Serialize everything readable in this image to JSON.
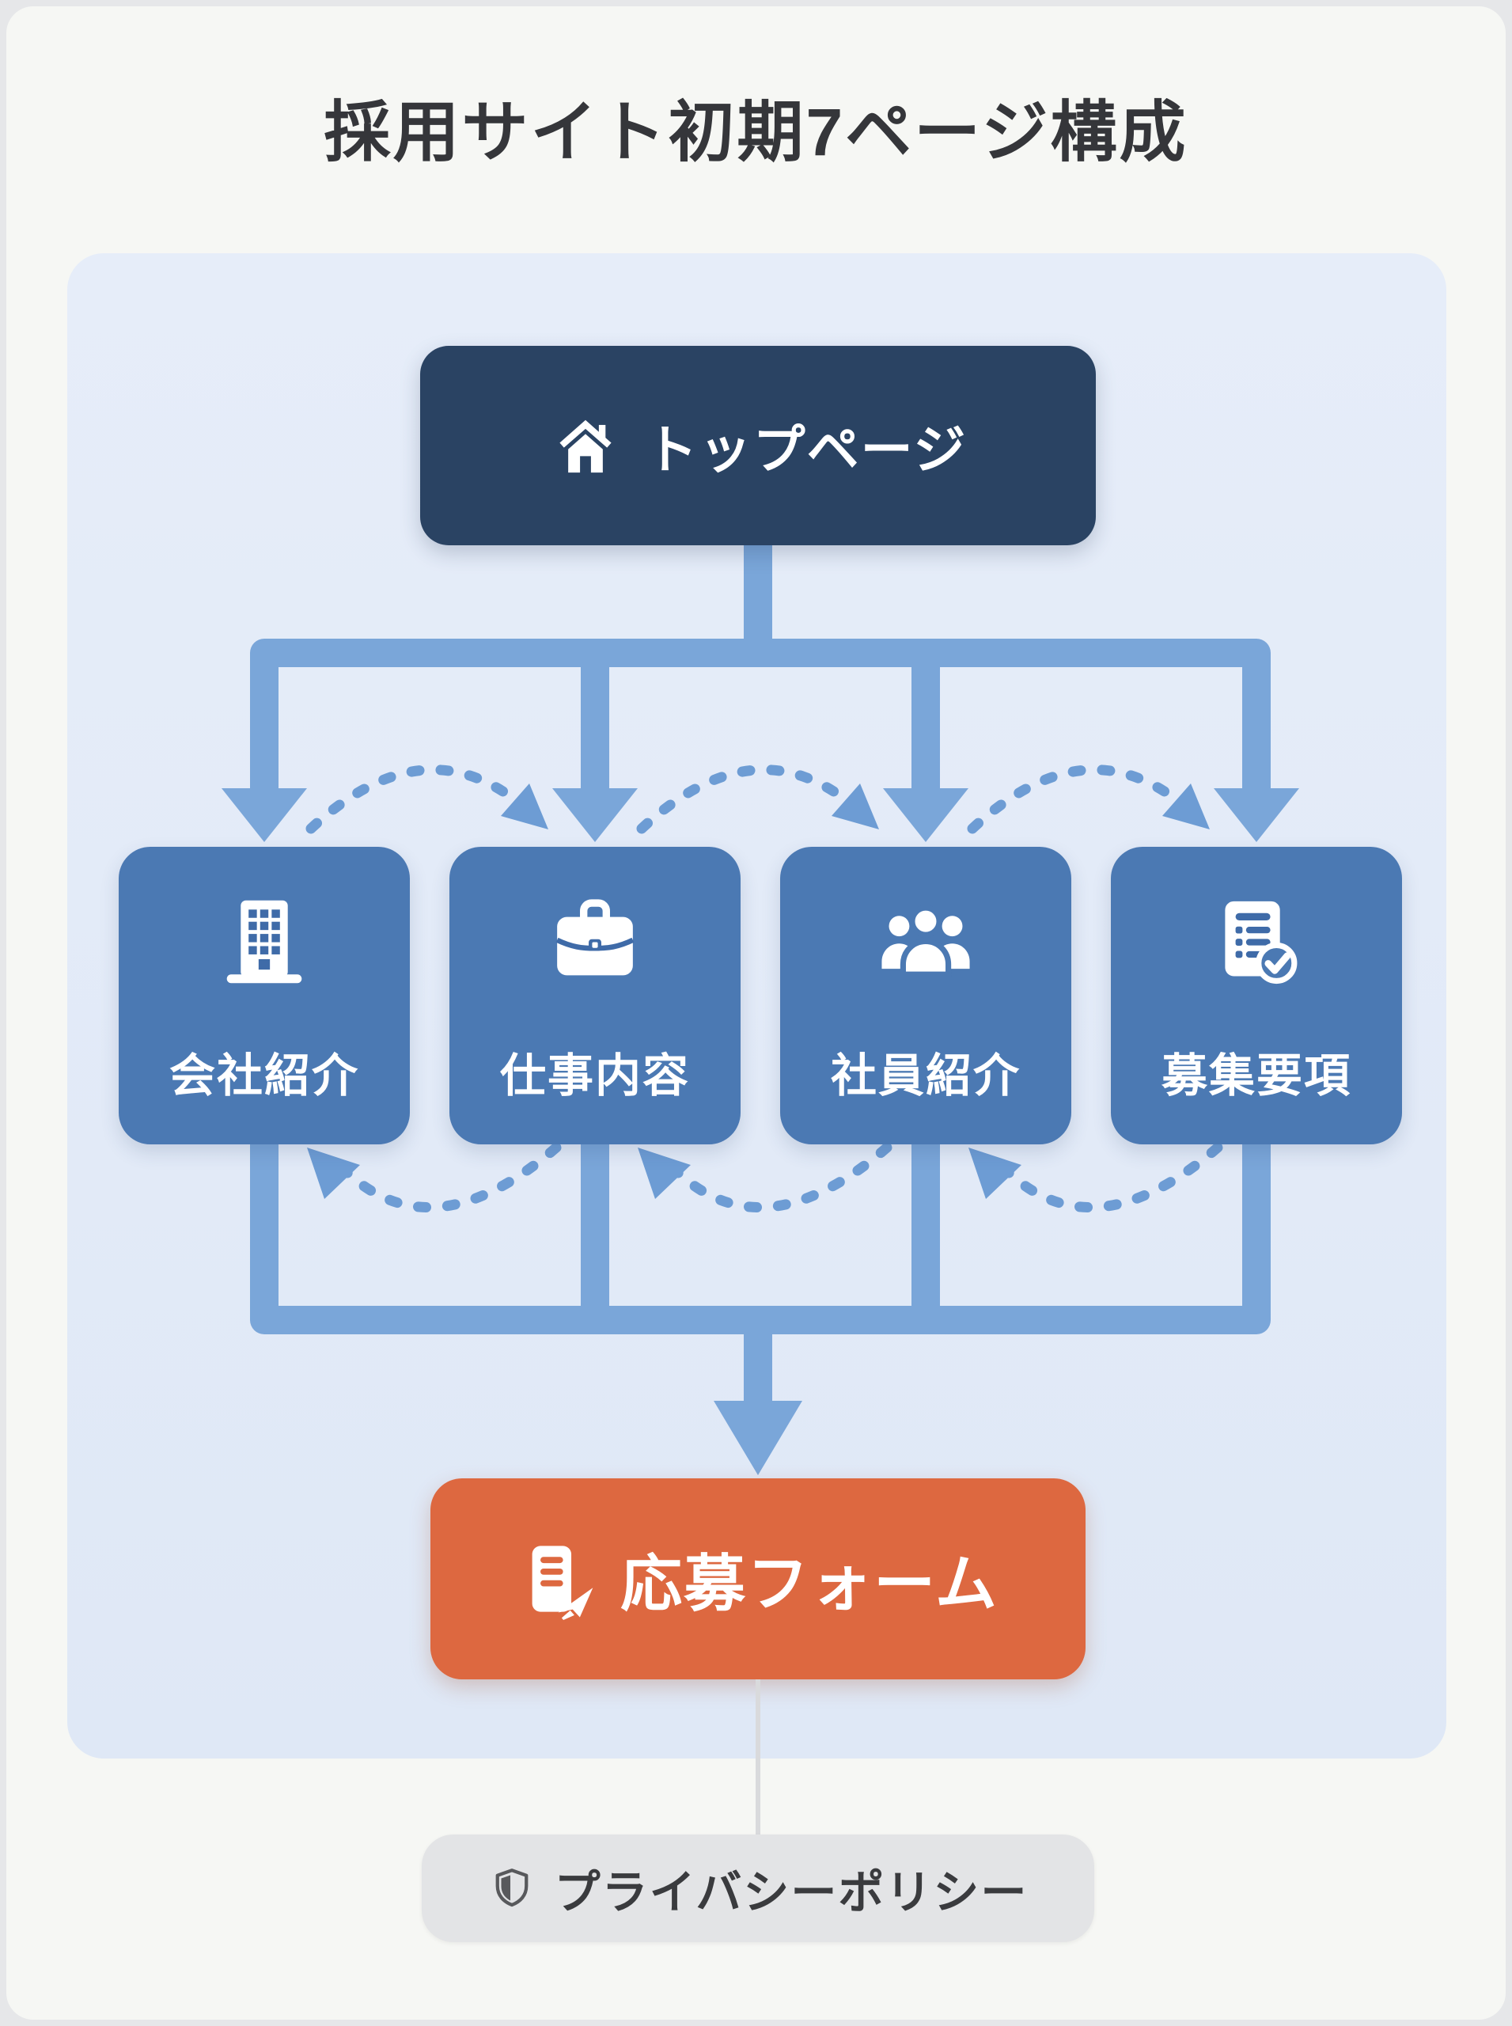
{
  "title": "採用サイト初期7ページ構成",
  "sitemap": {
    "top_page": {
      "label": "トップページ",
      "icon": "home-icon"
    },
    "pages": [
      {
        "label": "会社紹介",
        "icon": "building-icon"
      },
      {
        "label": "仕事内容",
        "icon": "briefcase-icon"
      },
      {
        "label": "社員紹介",
        "icon": "people-icon"
      },
      {
        "label": "募集要項",
        "icon": "document-check-icon"
      }
    ],
    "apply_form": {
      "label": "応募フォーム",
      "icon": "form-send-icon"
    },
    "privacy_policy": {
      "label": "プライバシーポリシー",
      "icon": "shield-icon"
    }
  },
  "colors": {
    "page_background": "#e6e7e9",
    "card_background": "#f6f7f4",
    "panel_background": "#e2eaf8",
    "top_page_navy": "#2a4363",
    "page_node_blue": "#4b79b3",
    "icon_detail_blue": "#3f6ba8",
    "connector_blue": "#7aa6d9",
    "dashed_arc_blue": "#6d9cd4",
    "apply_orange": "#dd6840",
    "privacy_pill_gray": "#e3e4e6",
    "privacy_text_gray": "#3a3b3e",
    "title_text": "#35363a"
  }
}
